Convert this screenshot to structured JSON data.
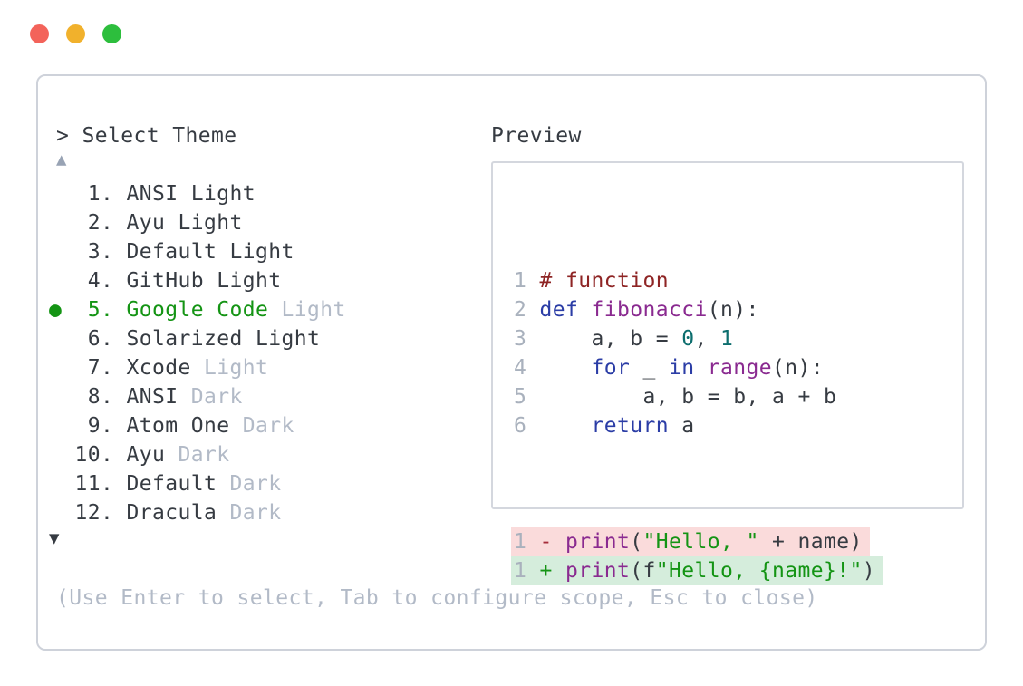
{
  "window": {
    "traffic_lights": [
      {
        "name": "close",
        "color": "#f3635a"
      },
      {
        "name": "minimize",
        "color": "#f1b12c"
      },
      {
        "name": "maximize",
        "color": "#2dbe3d"
      }
    ]
  },
  "palette": {
    "text": "#363b42",
    "muted": "#b2bac7",
    "green": "#149414",
    "comment": "#8e2424",
    "keyword": "#2b3da6",
    "function": "#8a2a90",
    "literal": "#0d6e6e",
    "minus": "#a52c3a",
    "plus": "#149414",
    "removedBg": "#fadbdb",
    "addedBg": "#d5eddc",
    "lineNo": "#a9b1bd",
    "border": "#ced2da",
    "previewBorder": "#d4d7de",
    "upArrow": "#98a3b4"
  },
  "selector": {
    "prompt": "> Select Theme",
    "up_arrow": "▲",
    "down_arrow": "▼",
    "selected_marker": "●",
    "items": [
      {
        "number": "1",
        "name": "ANSI Light",
        "suffix": "",
        "selected": false
      },
      {
        "number": "2",
        "name": "Ayu Light",
        "suffix": "",
        "selected": false
      },
      {
        "number": "3",
        "name": "Default Light",
        "suffix": "",
        "selected": false
      },
      {
        "number": "4",
        "name": "GitHub Light",
        "suffix": "",
        "selected": false
      },
      {
        "number": "5",
        "name": "Google Code",
        "suffix": "Light",
        "selected": true
      },
      {
        "number": "6",
        "name": "Solarized Light",
        "suffix": "",
        "selected": false
      },
      {
        "number": "7",
        "name": "Xcode",
        "suffix": "Light",
        "selected": false
      },
      {
        "number": "8",
        "name": "ANSI",
        "suffix": "Dark",
        "selected": false
      },
      {
        "number": "9",
        "name": "Atom One",
        "suffix": "Dark",
        "selected": false
      },
      {
        "number": "10",
        "name": "Ayu",
        "suffix": "Dark",
        "selected": false
      },
      {
        "number": "11",
        "name": "Default",
        "suffix": "Dark",
        "selected": false
      },
      {
        "number": "12",
        "name": "Dracula",
        "suffix": "Dark",
        "selected": false
      }
    ],
    "hint": "(Use Enter to select, Tab to configure scope, Esc to close)"
  },
  "preview": {
    "label": "Preview",
    "code_lines": [
      {
        "no": "1",
        "tokens": [
          {
            "t": "# function",
            "c": "comment"
          }
        ]
      },
      {
        "no": "2",
        "tokens": [
          {
            "t": "def",
            "c": "keyword"
          },
          {
            "t": " "
          },
          {
            "t": "fibonacci",
            "c": "function"
          },
          {
            "t": "(n):"
          }
        ]
      },
      {
        "no": "3",
        "tokens": [
          {
            "t": "    a, b = "
          },
          {
            "t": "0",
            "c": "literal"
          },
          {
            "t": ", "
          },
          {
            "t": "1",
            "c": "literal"
          }
        ]
      },
      {
        "no": "4",
        "tokens": [
          {
            "t": "    "
          },
          {
            "t": "for",
            "c": "keyword"
          },
          {
            "t": " _ "
          },
          {
            "t": "in",
            "c": "keyword"
          },
          {
            "t": " "
          },
          {
            "t": "range",
            "c": "function"
          },
          {
            "t": "(n):"
          }
        ]
      },
      {
        "no": "5",
        "tokens": [
          {
            "t": "        a, b = b, a + b"
          }
        ]
      },
      {
        "no": "6",
        "tokens": [
          {
            "t": "    "
          },
          {
            "t": "return",
            "c": "keyword"
          },
          {
            "t": " a"
          }
        ]
      }
    ],
    "diff_lines": [
      {
        "no": "1",
        "sign": "-",
        "kind": "removed",
        "tokens": [
          {
            "t": "print",
            "c": "function"
          },
          {
            "t": "("
          },
          {
            "t": "\"Hello, \"",
            "c": "green"
          },
          {
            "t": " + name)"
          }
        ]
      },
      {
        "no": "1",
        "sign": "+",
        "kind": "added",
        "tokens": [
          {
            "t": "print",
            "c": "function"
          },
          {
            "t": "(f"
          },
          {
            "t": "\"Hello, {name}!\"",
            "c": "green"
          },
          {
            "t": ")"
          }
        ]
      }
    ]
  }
}
